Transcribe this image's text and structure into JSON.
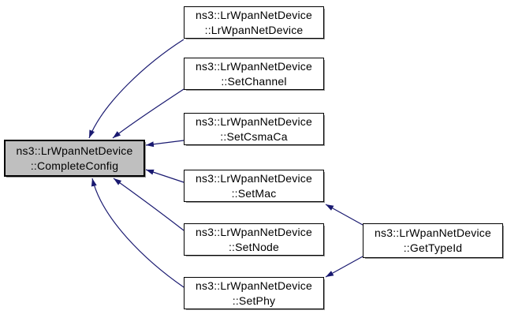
{
  "diagram": {
    "kind": "caller-graph",
    "nodes": {
      "completeconfig": {
        "line1": "ns3::LrWpanNetDevice",
        "line2": "::CompleteConfig",
        "highlighted": true
      },
      "constructor": {
        "line1": "ns3::LrWpanNetDevice",
        "line2": "::LrWpanNetDevice",
        "highlighted": false
      },
      "setchannel": {
        "line1": "ns3::LrWpanNetDevice",
        "line2": "::SetChannel",
        "highlighted": false
      },
      "setcsmaca": {
        "line1": "ns3::LrWpanNetDevice",
        "line2": "::SetCsmaCa",
        "highlighted": false
      },
      "setmac": {
        "line1": "ns3::LrWpanNetDevice",
        "line2": "::SetMac",
        "highlighted": false
      },
      "setnode": {
        "line1": "ns3::LrWpanNetDevice",
        "line2": "::SetNode",
        "highlighted": false
      },
      "setphy": {
        "line1": "ns3::LrWpanNetDevice",
        "line2": "::SetPhy",
        "highlighted": false
      },
      "gettypeid": {
        "line1": "ns3::LrWpanNetDevice",
        "line2": "::GetTypeId",
        "highlighted": false
      }
    },
    "edges": [
      {
        "from": "constructor",
        "to": "completeconfig"
      },
      {
        "from": "setchannel",
        "to": "completeconfig"
      },
      {
        "from": "setcsmaca",
        "to": "completeconfig"
      },
      {
        "from": "setmac",
        "to": "completeconfig"
      },
      {
        "from": "setnode",
        "to": "completeconfig"
      },
      {
        "from": "setphy",
        "to": "completeconfig"
      },
      {
        "from": "gettypeid",
        "to": "setmac"
      },
      {
        "from": "gettypeid",
        "to": "setphy"
      }
    ]
  },
  "colors": {
    "edge": "#191970",
    "highlight_fill": "#bfbfbf",
    "node_fill": "#ffffff",
    "node_border": "#000000",
    "background": "#ffffff",
    "text": "#000000"
  }
}
